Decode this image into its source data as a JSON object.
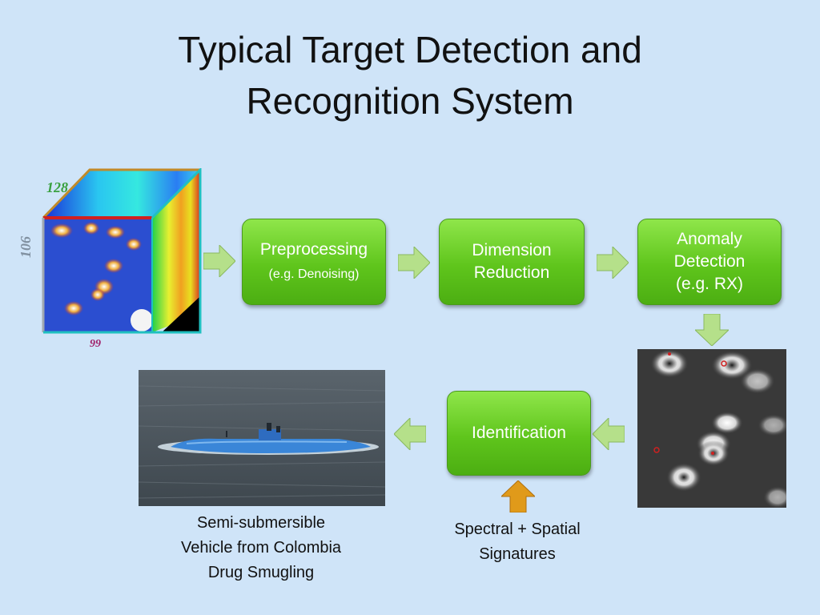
{
  "title": {
    "line1": "Typical Target Detection and",
    "line2": "Recognition System"
  },
  "cube": {
    "dim_top": "128",
    "dim_side": "106",
    "dim_bottom": "99"
  },
  "boxes": {
    "preprocessing": {
      "main": "Preprocessing",
      "sub": "(e.g. Denoising)"
    },
    "dimension_reduction": {
      "line1": "Dimension",
      "line2": "Reduction"
    },
    "anomaly_detection": {
      "line1": "Anomaly",
      "line2": "Detection",
      "line3": "(e.g. RX)"
    },
    "identification": {
      "main": "Identification"
    }
  },
  "captions": {
    "vehicle": {
      "line1": "Semi-submersible",
      "line2": "Vehicle from Colombia",
      "line3": "Drug Smugling"
    },
    "signatures": {
      "line1": "Spectral + Spatial",
      "line2": "Signatures"
    }
  },
  "colors": {
    "box_green": "#5fc51c",
    "arrow_green": "#b5e08a",
    "arrow_orange": "#e09a1a",
    "background": "#cfe4f8"
  }
}
